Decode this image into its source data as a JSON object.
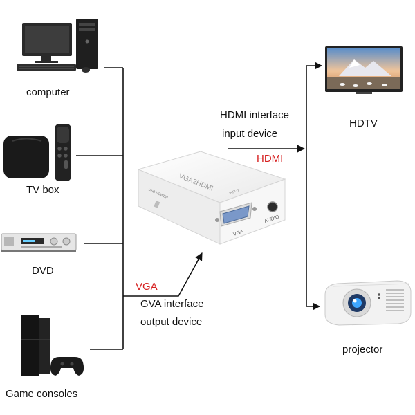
{
  "sources": [
    {
      "label": "computer"
    },
    {
      "label": "TV box"
    },
    {
      "label": "DVD"
    },
    {
      "label": "Game consoles"
    }
  ],
  "outputs": [
    {
      "label": "HDTV"
    },
    {
      "label": "projector"
    }
  ],
  "converter": {
    "top_label": "VGA2HDMI",
    "side_label": "USB POWER",
    "vga_port_label": "VGA",
    "audio_port_label": "AUDIO",
    "input_label": "INPUT"
  },
  "hdmi_link": {
    "line1": "HDMI interface",
    "line2": "input device",
    "tag": "HDMI"
  },
  "vga_link": {
    "tag": "VGA",
    "line1": "GVA interface",
    "line2": "output device"
  },
  "colors": {
    "line": "#111111",
    "tag_red": "#d62020",
    "device_white": "#f6f6f6",
    "device_black": "#1c1c1c",
    "vga_blue": "#6c8fc3"
  },
  "icons": [
    "computer-icon",
    "tv-box-icon",
    "dvd-player-icon",
    "game-console-icon",
    "hdtv-icon",
    "projector-icon",
    "vga-to-hdmi-converter"
  ]
}
